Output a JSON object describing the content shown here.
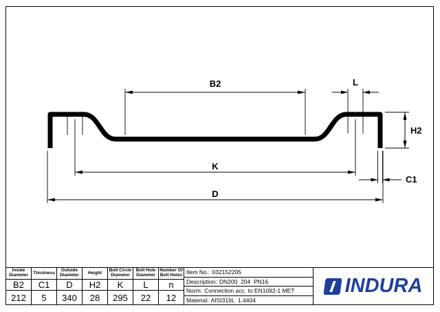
{
  "drawing": {
    "labels": {
      "b2": "B2",
      "l": "L",
      "h2": "H2",
      "k": "K",
      "c1": "C1",
      "d": "D"
    }
  },
  "table": {
    "columns": [
      {
        "header": "Inside Diameter",
        "symbol": "B2",
        "value": "212"
      },
      {
        "header": "Thickness",
        "symbol": "C1",
        "value": "5"
      },
      {
        "header": "Outside Diameter",
        "symbol": "D",
        "value": "340"
      },
      {
        "header": "Height",
        "symbol": "H2",
        "value": "28"
      },
      {
        "header": "Bolt Circle Diameter",
        "symbol": "K",
        "value": "295"
      },
      {
        "header": "Bolt Hole Diameter",
        "symbol": "L",
        "value": "22"
      },
      {
        "header": "Number Of Bolt Holes",
        "symbol": "n",
        "value": "12"
      }
    ]
  },
  "info": {
    "rows": [
      {
        "label": "Item No.:",
        "value": "032152205"
      },
      {
        "label": "Description:",
        "value": "DN200  204  PN16"
      },
      {
        "label": "Norm:",
        "value": "Connection acc. to EN1092-1 MET"
      },
      {
        "label": "Material:",
        "value": "AISI316L  1.4404"
      }
    ]
  },
  "brand": {
    "name": "INDURA",
    "color": "#1d3f9e"
  }
}
